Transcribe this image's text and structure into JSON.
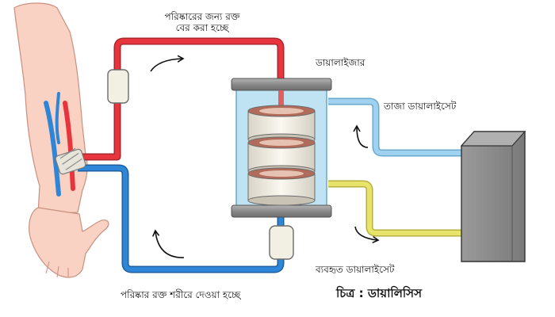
{
  "labels": {
    "blood_out_line1": "পরিষ্কারের জন্য রক্ত",
    "blood_out_line2": "বের করা হচ্ছে",
    "dialyzer": "ডায়ালাইজার",
    "fresh_dialysate": "তাজা ডায়ালাইসেট",
    "used_dialysate": "ব্যবহৃত ডায়ালাইসেট",
    "clean_blood_return": "পরিষ্কার রক্ত শরীরে দেওয়া হচ্ছে",
    "caption": "চিত্র : ডায়ালিসিস"
  },
  "colors": {
    "blood_tube": "#e8353d",
    "return_tube": "#2f86d6",
    "fresh_dialysate_tube": "#9fd2ef",
    "used_dialysate_tube": "#e8e36a",
    "skin": "#f9d2c4",
    "machine": "#8a8a8a",
    "dialyzer_glass": "#bfe3f3",
    "dialyzer_cap": "#8c8c8c"
  }
}
